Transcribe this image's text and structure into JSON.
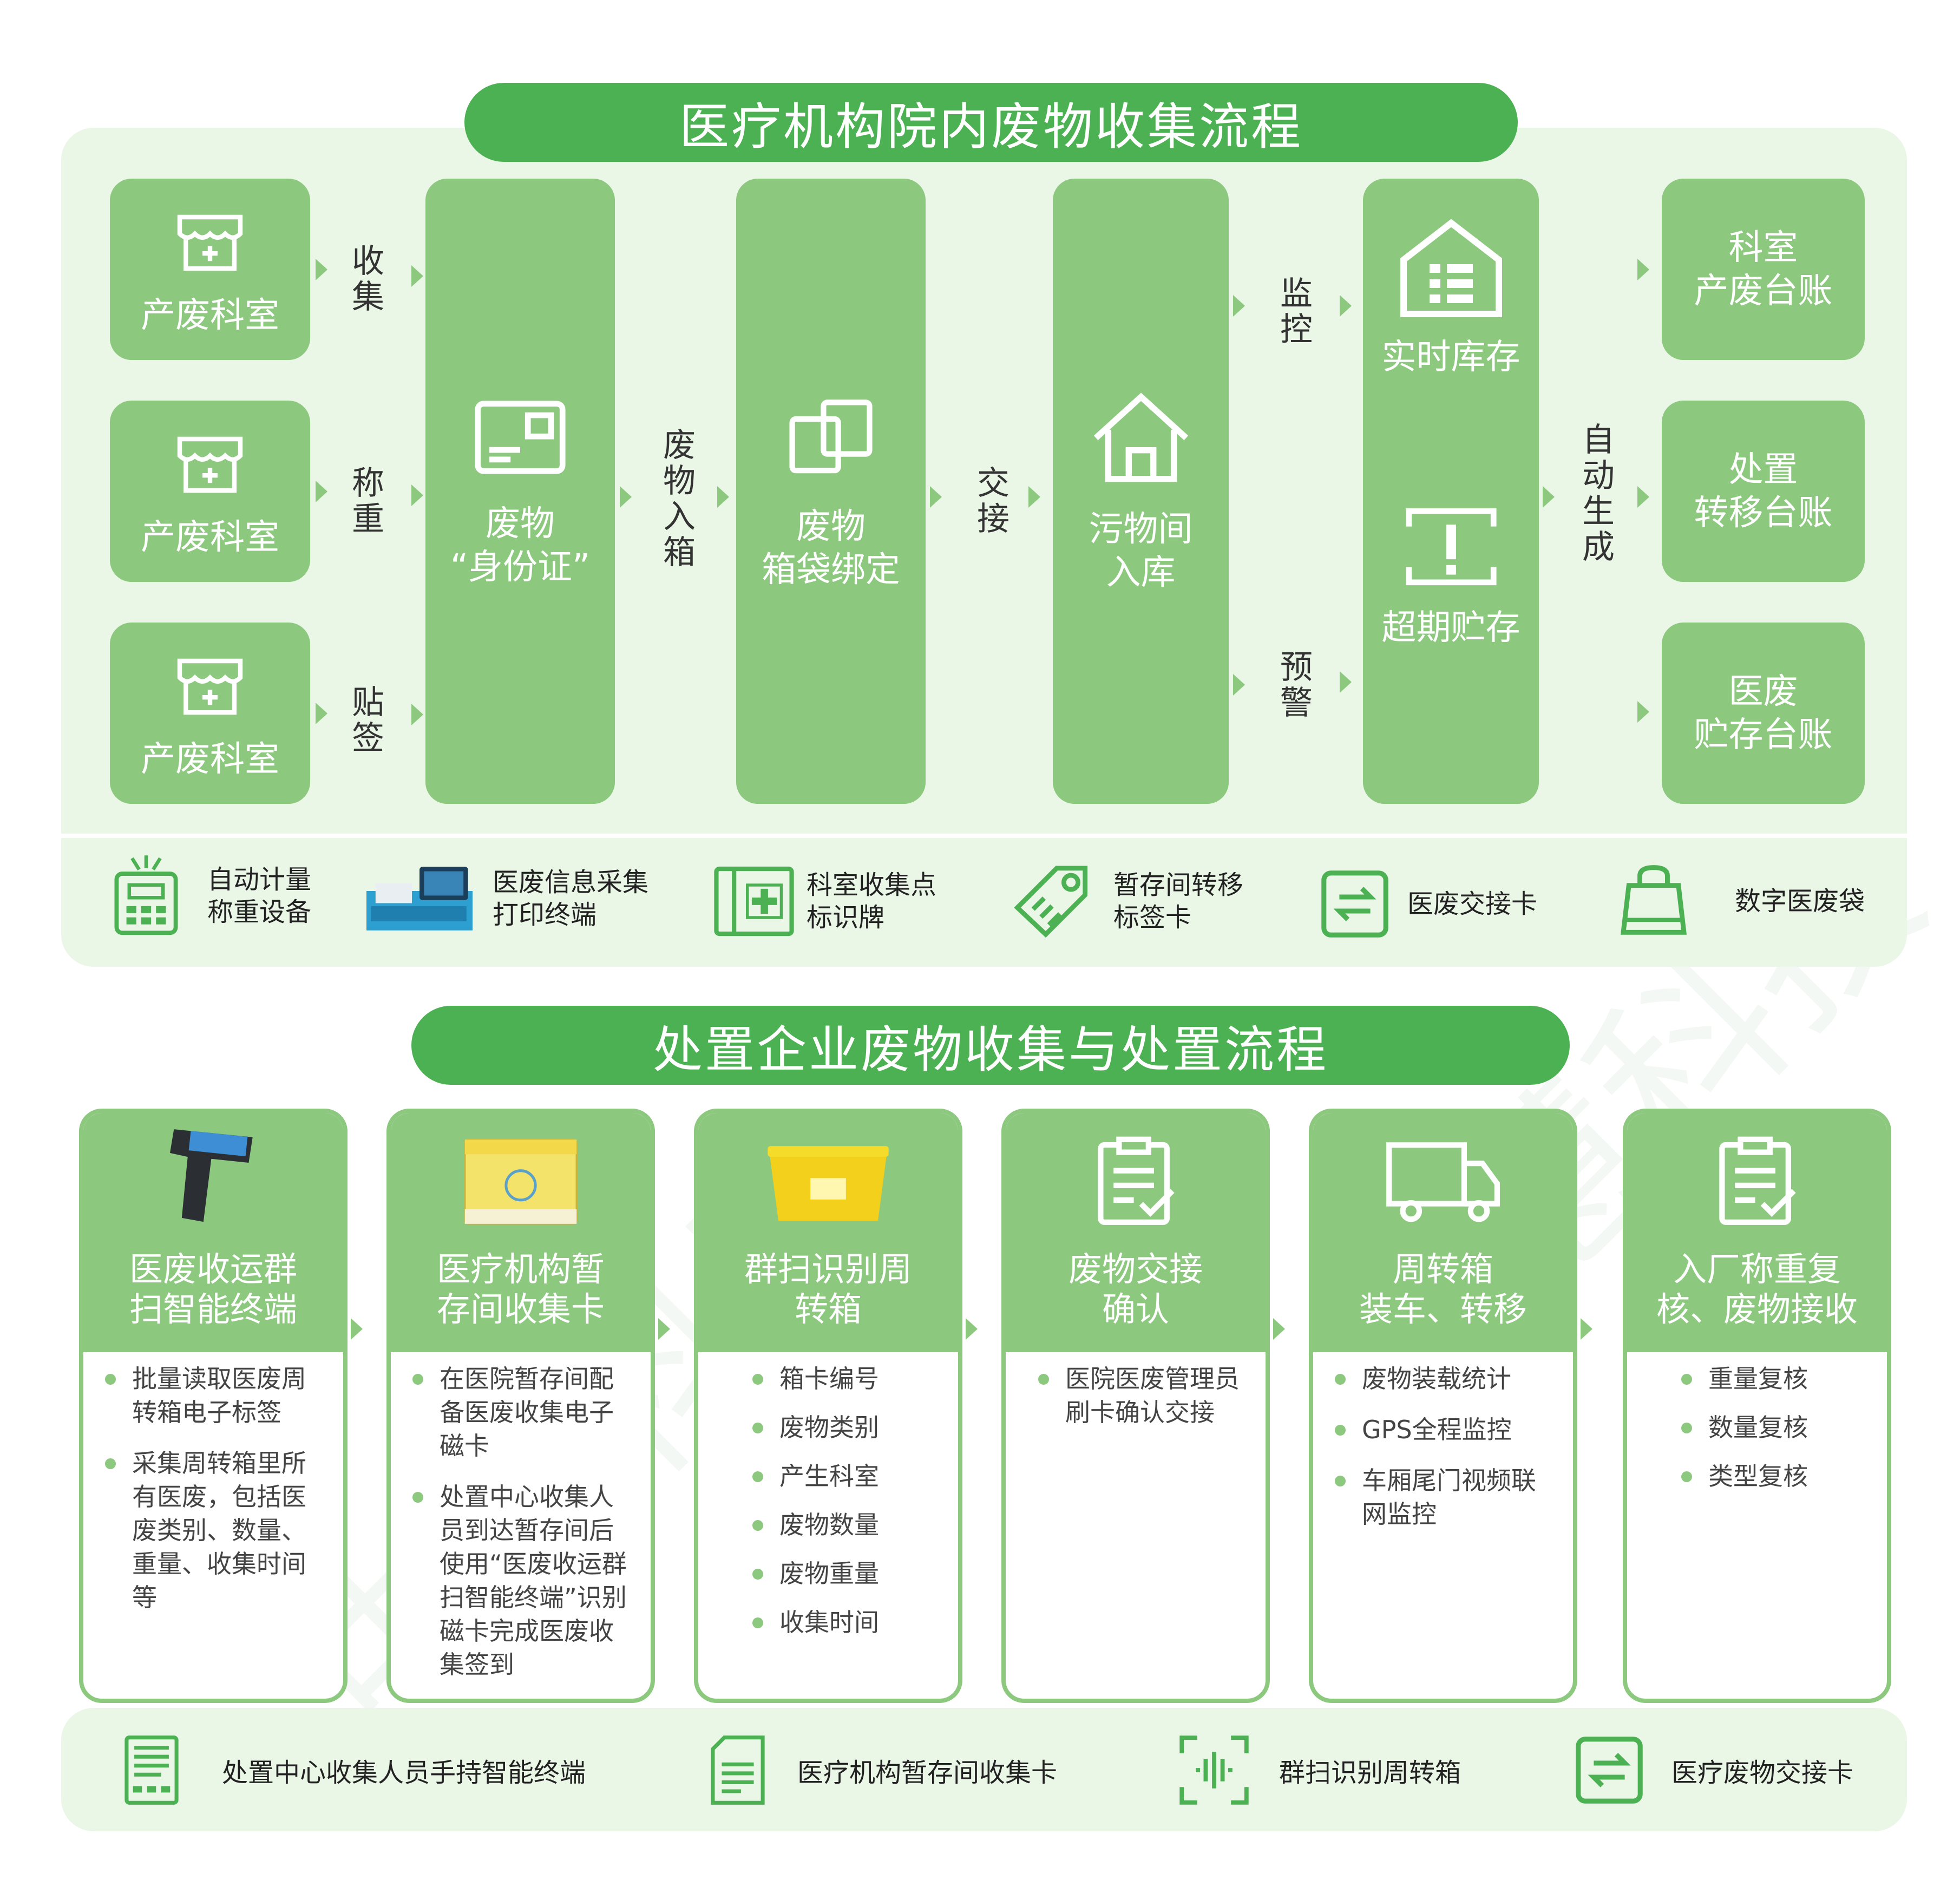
{
  "top": {
    "banner": "医疗机构院内废物收集流程",
    "departments": [
      "产废科室",
      "产废科室",
      "产废科室"
    ],
    "actions": [
      [
        "收",
        "集"
      ],
      [
        "称",
        "重"
      ],
      [
        "贴",
        "签"
      ]
    ],
    "steps": [
      {
        "lines": [
          "废物",
          "“身份证”"
        ]
      },
      {
        "lines": [
          "废物",
          "箱袋绑定"
        ]
      },
      {
        "lines": [
          "污物间",
          "入库"
        ]
      }
    ],
    "connectors": {
      "into_box": [
        "废",
        "物",
        "入",
        "箱"
      ],
      "handover": [
        "交",
        "接"
      ],
      "monitor": [
        "监",
        "控"
      ],
      "warn": [
        "预",
        "警"
      ],
      "auto": [
        "自",
        "动",
        "生",
        "成"
      ]
    },
    "storage": {
      "realtime": "实时库存",
      "overdue": "超期贮存"
    },
    "ledgers": [
      [
        "科室",
        "产废台账"
      ],
      [
        "处置",
        "转移台账"
      ],
      [
        "医废",
        "贮存台账"
      ]
    ],
    "legend": [
      {
        "icon": "scale-icon",
        "lines": [
          "自动计量",
          "称重设备"
        ]
      },
      {
        "icon": "printer-terminal-icon",
        "lines": [
          "医废信息采集",
          "打印终端"
        ]
      },
      {
        "icon": "collection-sign-icon",
        "lines": [
          "科室收集点",
          "标识牌"
        ]
      },
      {
        "icon": "tag-card-icon",
        "lines": [
          "暂存间转移",
          "标签卡"
        ]
      },
      {
        "icon": "exchange-card-icon",
        "lines": [
          "医废交接卡"
        ]
      },
      {
        "icon": "bag-icon",
        "lines": [
          "数字医废袋"
        ]
      }
    ]
  },
  "bottom": {
    "banner": "处置企业废物收集与处置流程",
    "cards": [
      {
        "icon": "handheld-terminal-icon",
        "title": [
          "医废收运群",
          "扫智能终端"
        ],
        "bullets": [
          "批量读取医废周转箱电子标签",
          "采集周转箱里所有医废，包括医废类别、数量、重量、收集时间等"
        ]
      },
      {
        "icon": "storage-card-icon",
        "title": [
          "医疗机构暂",
          "存间收集卡"
        ],
        "bullets": [
          "在医院暂存间配备医废收集电子磁卡",
          "处置中心收集人员到达暂存间后使用“医废收运群扫智能终端”识别磁卡完成医废收集签到"
        ]
      },
      {
        "icon": "yellow-box-icon",
        "title": [
          "群扫识别周",
          "转箱"
        ],
        "bullets": [
          "箱卡编号",
          "废物类别",
          "产生科室",
          "废物数量",
          "废物重量",
          "收集时间"
        ]
      },
      {
        "icon": "clipboard-check-icon",
        "title": [
          "废物交接",
          "确认"
        ],
        "bullets": [
          "医院医废管理员刷卡确认交接"
        ]
      },
      {
        "icon": "truck-icon",
        "title": [
          "周转箱",
          "装车、转移"
        ],
        "bullets": [
          "废物装载统计",
          "GPS全程监控",
          "车厢尾门视频联网监控"
        ]
      },
      {
        "icon": "clipboard-check-icon",
        "title": [
          "入厂称重复",
          "核、废物接收"
        ],
        "bullets": [
          "重量复核",
          "数量复核",
          "类型复核"
        ]
      }
    ],
    "legend": [
      {
        "icon": "terminal-icon",
        "label": "处置中心收集人员手持智能终端"
      },
      {
        "icon": "collect-card-icon",
        "label": "医疗机构暂存间收集卡"
      },
      {
        "icon": "scan-icon",
        "label": "群扫识别周转箱"
      },
      {
        "icon": "handover-card-icon",
        "label": "医疗废物交接卡"
      }
    ]
  },
  "colors": {
    "primary": "#4cb152",
    "light": "#8cc97f",
    "panel": "#eaf6e6"
  }
}
